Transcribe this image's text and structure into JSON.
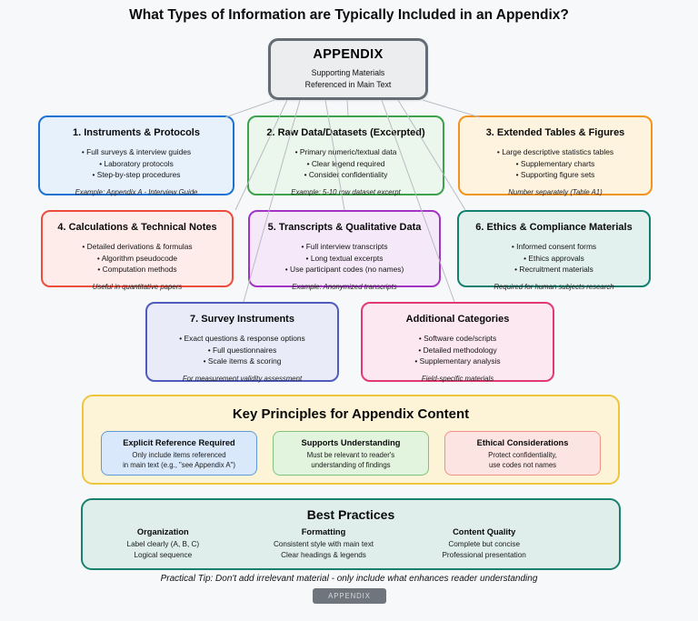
{
  "page": {
    "title": "What Types of Information are Typically Included in an Appendix?",
    "background": "#f7f8fa"
  },
  "root": {
    "title": "APPENDIX",
    "lines": [
      "Supporting Materials",
      "Referenced in Main Text"
    ],
    "border": "#646d76",
    "fill": "#ebedef"
  },
  "categories": [
    {
      "title": "1. Instruments & Protocols",
      "bullets": [
        "Full surveys & interview guides",
        "Laboratory protocols",
        "Step-by-step procedures"
      ],
      "note": "Example: Appendix A - Interview Guide",
      "border": "#1d73d3",
      "fill": "#e7f1fc"
    },
    {
      "title": "2. Raw Data/Datasets (Excerpted)",
      "bullets": [
        "Primary numeric/textual data",
        "Clear legend required",
        "Consider confidentiality"
      ],
      "note": "Example: 5-10 row dataset excerpt",
      "border": "#3da14d",
      "fill": "#ebf6ec"
    },
    {
      "title": "3. Extended Tables & Figures",
      "bullets": [
        "Large descriptive statistics tables",
        "Supplementary charts",
        "Supporting figure sets"
      ],
      "note": "Number separately (Table A1)",
      "border": "#f2941f",
      "fill": "#fdf3df"
    },
    {
      "title": "4. Calculations & Technical Notes",
      "bullets": [
        "Detailed derivations & formulas",
        "Algorithm pseudocode",
        "Computation methods"
      ],
      "note": "Useful in quantitative papers",
      "border": "#ee4c3c",
      "fill": "#fdecea"
    },
    {
      "title": "5. Transcripts & Qualitative Data",
      "bullets": [
        "Full interview transcripts",
        "Long textual excerpts",
        "Use participant codes (no names)"
      ],
      "note": "Example: Anonymized transcripts",
      "border": "#a233c4",
      "fill": "#f5e9f9"
    },
    {
      "title": "6. Ethics & Compliance Materials",
      "bullets": [
        "Informed consent forms",
        "Ethics approvals",
        "Recruitment materials"
      ],
      "note": "Required for human subjects research",
      "border": "#11806f",
      "fill": "#e2f1ed"
    },
    {
      "title": "7. Survey Instruments",
      "bullets": [
        "Exact questions & response options",
        "Full questionnaires",
        "Scale items & scoring"
      ],
      "note": "For measurement validity assessment",
      "border": "#4f5cbe",
      "fill": "#e9ecf8"
    },
    {
      "title": "Additional Categories",
      "bullets": [
        "Software code/scripts",
        "Detailed methodology",
        "Supplementary analysis"
      ],
      "note": "Field-specific materials",
      "border": "#e23a70",
      "fill": "#fce8f0"
    }
  ],
  "key_principles": {
    "title": "Key Principles for Appendix Content",
    "border": "#eec53f",
    "fill": "#fdf4d8",
    "items": [
      {
        "title": "Explicit Reference Required",
        "lines": [
          "Only include items referenced",
          "in main text (e.g., \"see Appendix A\")"
        ],
        "border": "#5e9ad8",
        "fill": "#d9e9fb"
      },
      {
        "title": "Supports Understanding",
        "lines": [
          "Must be relevant to reader's",
          "understanding of findings"
        ],
        "border": "#82c17e",
        "fill": "#e2f3de"
      },
      {
        "title": "Ethical Considerations",
        "lines": [
          "Protect confidentiality,",
          "use codes not names"
        ],
        "border": "#ef918b",
        "fill": "#fce4e3"
      }
    ]
  },
  "best_practices": {
    "title": "Best Practices",
    "border": "#17806f",
    "fill": "#dfeeea",
    "columns": [
      {
        "title": "Organization",
        "lines": [
          "Label clearly (A, B, C)",
          "Logical sequence"
        ]
      },
      {
        "title": "Formatting",
        "lines": [
          "Consistent style with main text",
          "Clear headings & legends"
        ]
      },
      {
        "title": "Content Quality",
        "lines": [
          "Complete but concise",
          "Professional presentation"
        ]
      }
    ]
  },
  "footer": {
    "tip": "Practical Tip: Don't add irrelevant material - only include what enhances reader understanding",
    "button_label": "APPENDIX",
    "button_color": "#6e757d"
  },
  "connectors": {
    "color": "#b8bcc2",
    "edges": [
      [
        302,
        110,
        248,
        129
      ],
      [
        382,
        110,
        383,
        127
      ],
      [
        465,
        110,
        528,
        129
      ],
      [
        316,
        110,
        259,
        231
      ],
      [
        358,
        110,
        379,
        231
      ],
      [
        438,
        110,
        512,
        231
      ],
      [
        330,
        110,
        268,
        332
      ],
      [
        420,
        110,
        500,
        332
      ]
    ]
  }
}
